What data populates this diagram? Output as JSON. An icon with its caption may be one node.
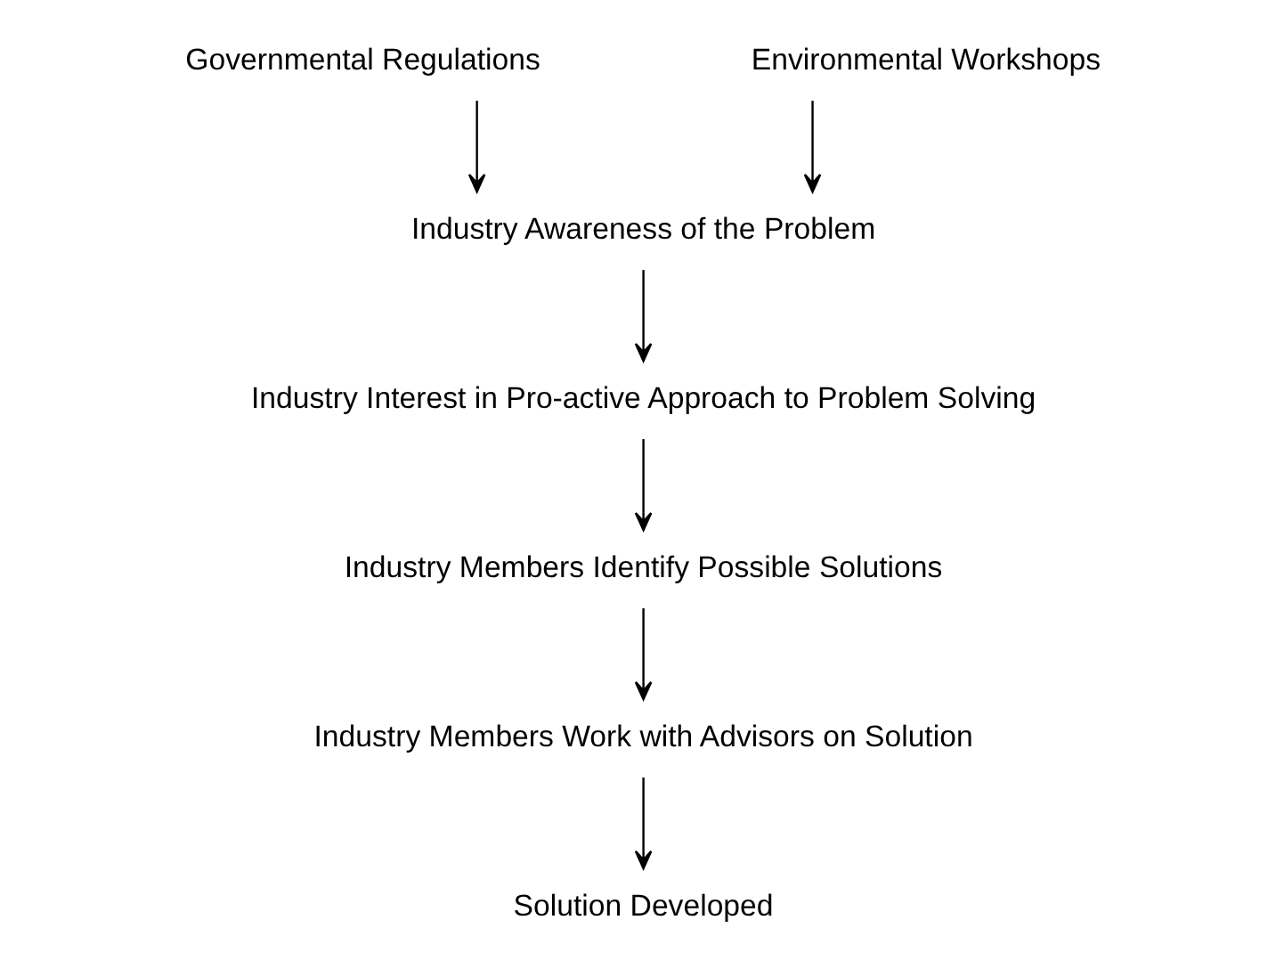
{
  "diagram": {
    "nodes": [
      {
        "text": [
          "Governmental Regulations"
        ]
      },
      {
        "text": [
          "Environmental Workshops"
        ]
      },
      {
        "text": [
          "Industry Awareness of the Problem"
        ]
      },
      {
        "text": [
          "Industry Interest in Pro-active Approach to Problem Solving"
        ]
      },
      {
        "text": [
          "Industry Members Identify Possible Solutions"
        ]
      },
      {
        "text": [
          "Industry Members Work with Advisors on Solution"
        ]
      },
      {
        "text": [
          "Solution Developed"
        ]
      }
    ],
    "edges": [
      {
        "from": 0,
        "to": 2,
        "arrow": "to"
      },
      {
        "from": 1,
        "to": 2,
        "arrow": "to"
      },
      {
        "from": 2,
        "to": 3,
        "arrow": "to"
      },
      {
        "from": 3,
        "to": 4,
        "arrow": "to"
      },
      {
        "from": 4,
        "to": 5,
        "arrow": "to"
      },
      {
        "from": 5,
        "to": 6,
        "arrow": "to"
      }
    ]
  }
}
